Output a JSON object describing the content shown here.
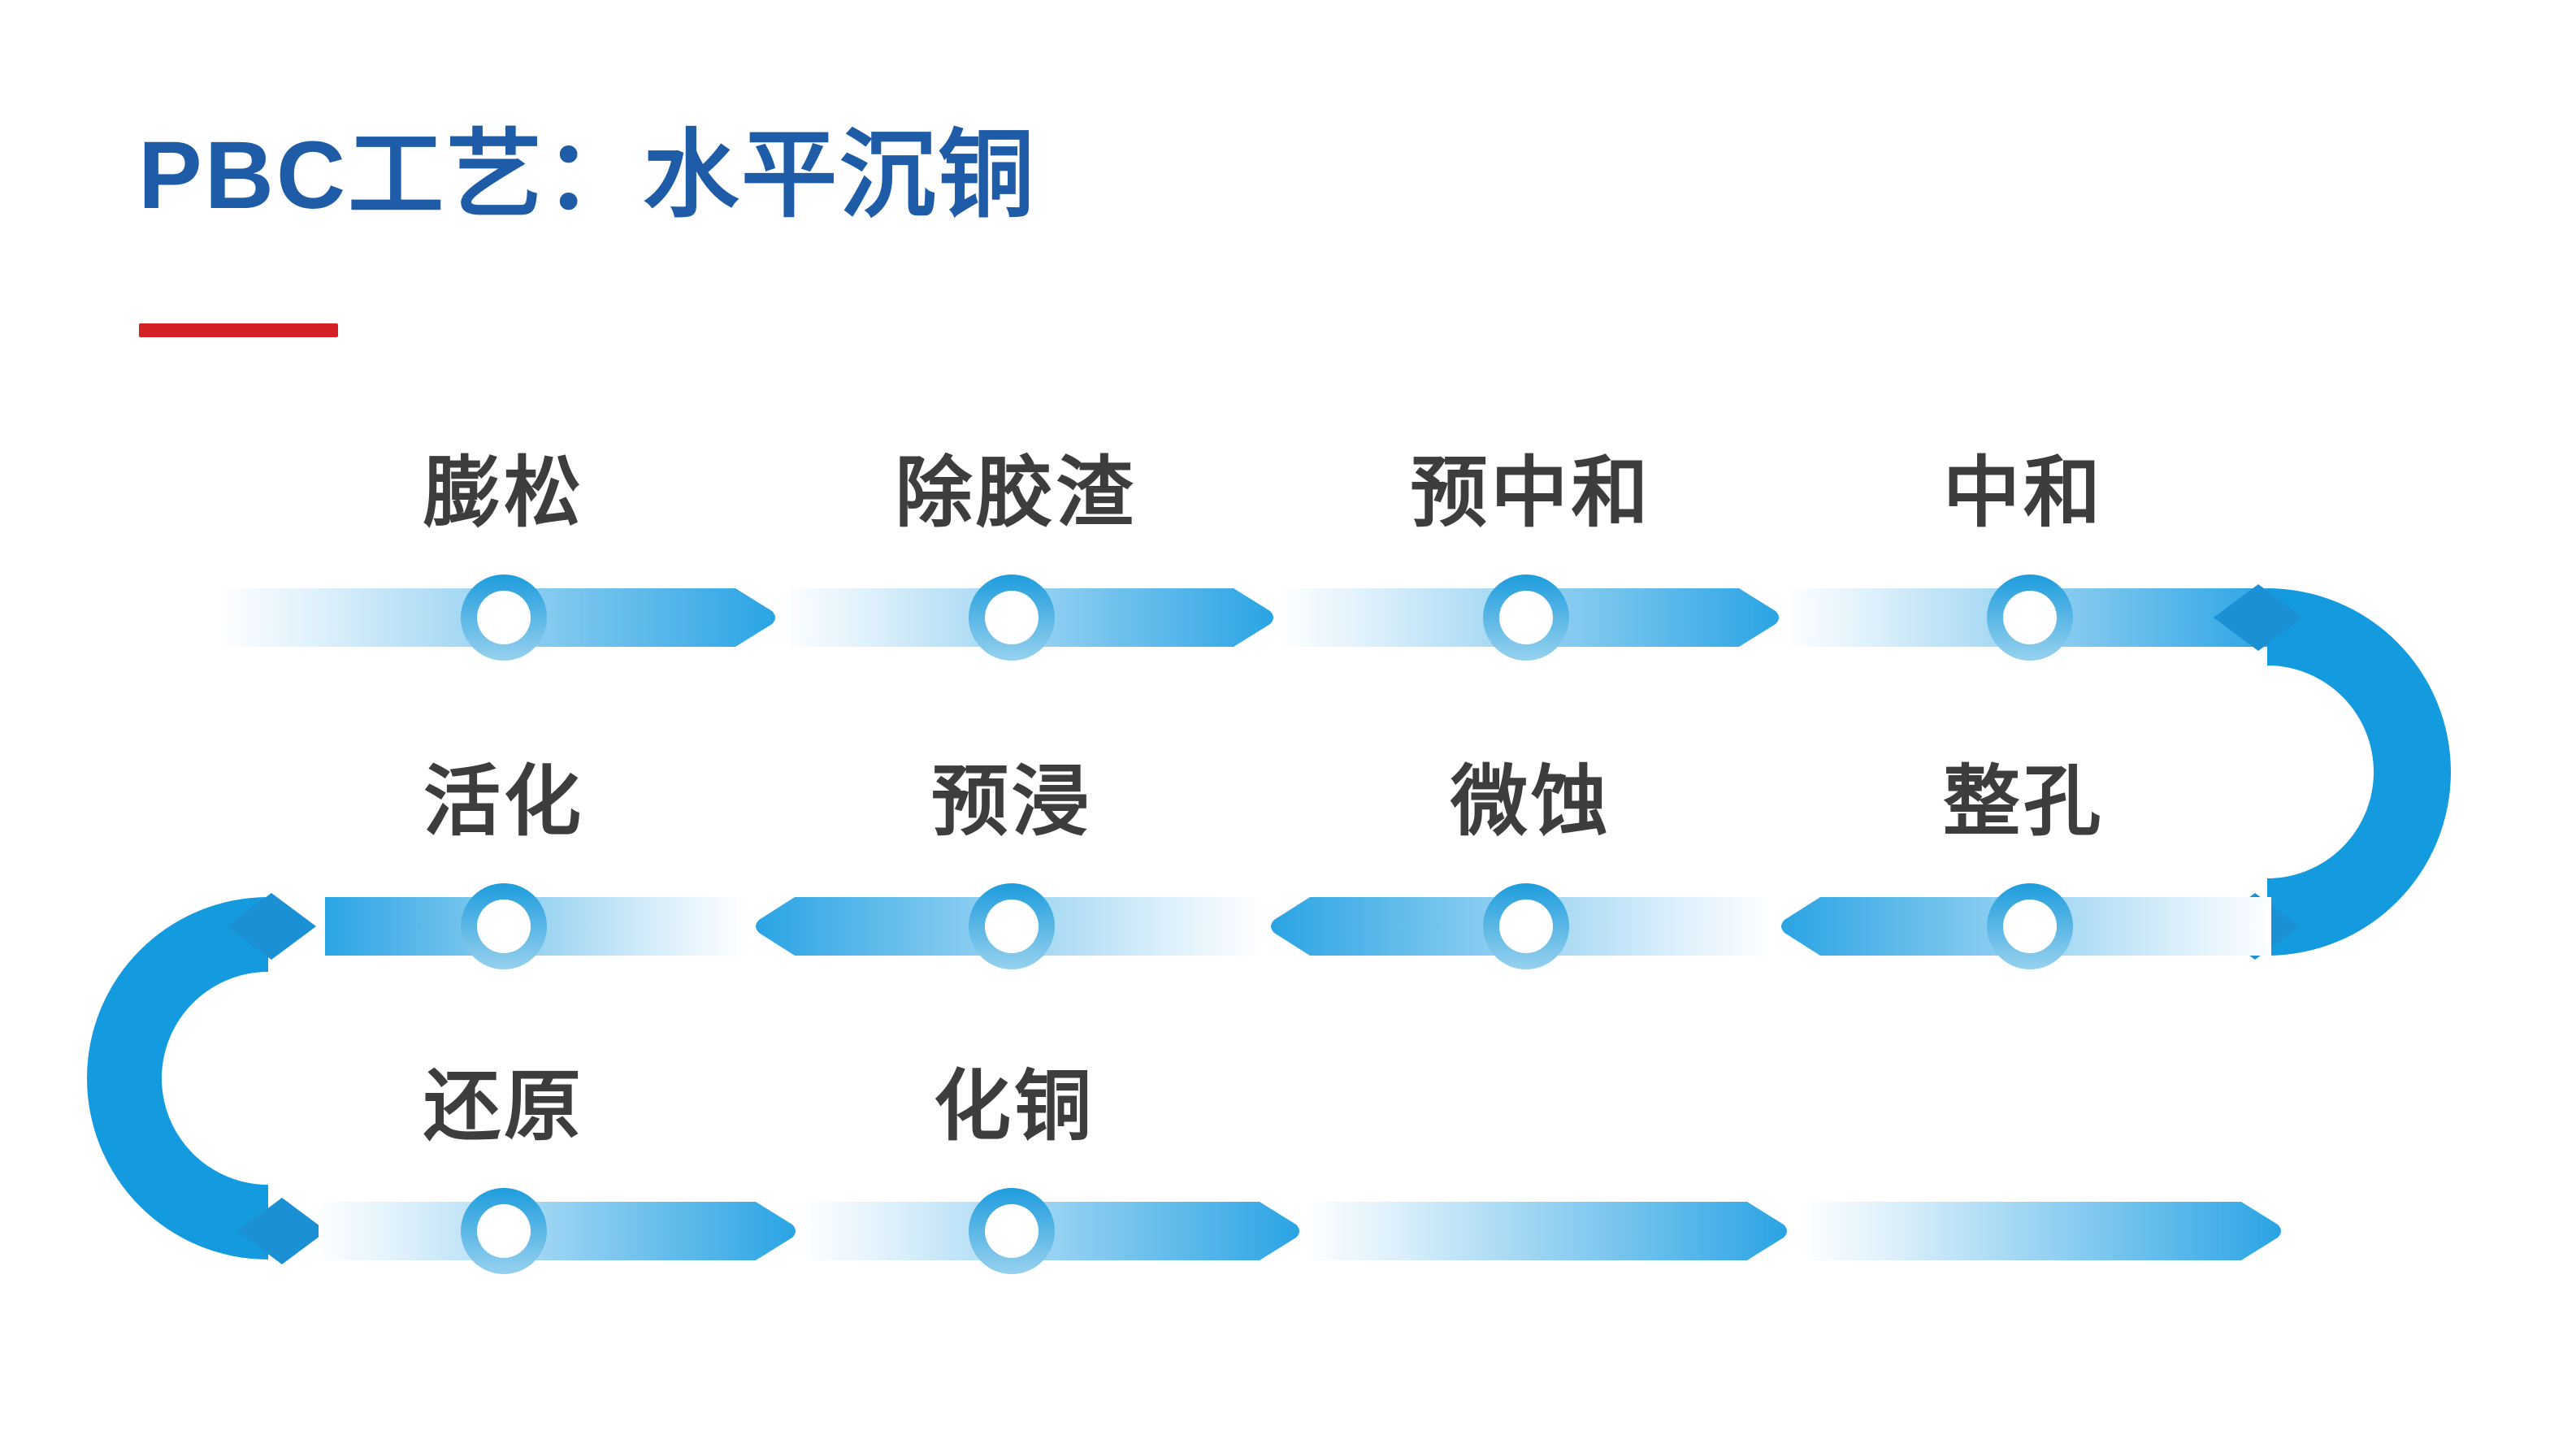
{
  "header": {
    "title": "PBC工艺：水平沉铜"
  },
  "colors": {
    "title_blue": "#1e5ca8",
    "underline_red": "#d32127",
    "label_gray": "#3d3d3d",
    "flow_blue": "#2aa4e4",
    "flow_blue_dark": "#1b90d5",
    "flow_pale": "#f7fcff",
    "ring_top": "#1e9cdd",
    "ring_bottom": "#97d1ee",
    "arc_light": "#c2e5f8",
    "arc_deep": "#149adf",
    "page_bg": "#ffffff"
  },
  "flow": {
    "rows": [
      {
        "name": "row-1",
        "direction": "right",
        "steps": [
          {
            "label": "膨松"
          },
          {
            "label": "除胶渣"
          },
          {
            "label": "预中和"
          },
          {
            "label": "中和"
          }
        ]
      },
      {
        "name": "row-2",
        "direction": "left",
        "steps": [
          {
            "label": "活化"
          },
          {
            "label": "预浸"
          },
          {
            "label": "微蚀"
          },
          {
            "label": "整孔"
          }
        ]
      },
      {
        "name": "row-3",
        "direction": "right",
        "steps": [
          {
            "label": "还原"
          },
          {
            "label": "化铜"
          }
        ]
      }
    ]
  }
}
